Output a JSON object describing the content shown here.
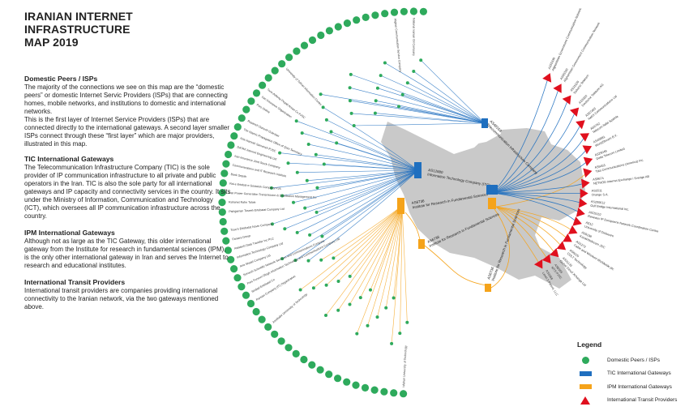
{
  "title_line1": "IRANIAN INTERNET INFRASTRUCTURE",
  "title_line2": "MAP 2019",
  "sections": [
    {
      "heading": "Domestic Peers / ISPs",
      "body": "The majority of the connections we see on this map are the “domestic peers” or domestic Internet Servic Providers (ISPs) that are connecting homes, mobile networks, and institutions to domestic and international networks.",
      "body2": "This is the first layer of Internet Service Providers (ISPs) that are connected directly to the international gateways. A second layer smaller ISPs connect through these “first layer” which are major providers, illustrated in this map."
    },
    {
      "heading": "TIC International Gateways",
      "body": "The Telecommunication Infrastructure Company (TIC) is the sole provider of IP communication infrastructure to all private and public operators in the Iran. TIC is also the sole party for all international gateways and IP capacity and connectivity services in the country. It sits under the Ministry of Information, Communication and Technology (ICT), which oversees all IP communication infrastructure across the country."
    },
    {
      "heading": "IPM International Gateways",
      "body": "Although not as large as the TIC Gateway, this older international gateway from the Institute for research in fundamental sciences (IPM), is the only other international gateway in Iran and serves the Internet to research and educational institutes."
    },
    {
      "heading": "International Transit Providers",
      "body": "International transit providers are companies providing international connectivity to the Iranian network, via the two gateways mentioned above."
    }
  ],
  "legend": {
    "title": "Legend",
    "items": [
      {
        "label": "Domestic Peers / ISPs",
        "symbol": "dot"
      },
      {
        "label": "TIC International Gateways",
        "symbol": "bar-blue"
      },
      {
        "label": "IPM International Gateways",
        "symbol": "bar-orange"
      },
      {
        "label": "International Transit Providers",
        "symbol": "triangle"
      }
    ]
  },
  "colors": {
    "isp": "#2eaa5c",
    "tic": "#1f6fbf",
    "ipm": "#f5a31a",
    "transit": "#e0101e",
    "land": "#c9c9c9"
  },
  "gateways": {
    "tic_main": {
      "asn": "AS12880",
      "name": "Information Technology Company (ITC)"
    },
    "tic_east": {
      "asn": "AS48159",
      "name": "Telecommunication Infrastructure Company"
    },
    "ipm_main": {
      "asn": "AS6736",
      "name": "Institute for Research in Fundamental Sciences"
    },
    "ipm_2": {
      "asn": "AS6736",
      "name": "Institute for Research in Fundamental Sciences"
    },
    "ipm_3": {
      "asn": "AS6736",
      "name": "Institute for Research in Fundamental Sciences"
    }
  },
  "isps": [
    "",
    "National Iranian Oil Company",
    "",
    "Rightel Communication Service Company",
    "",
    "",
    "",
    "",
    "",
    "",
    "",
    "",
    "",
    "",
    "",
    "",
    "University of Tehran Information Centre",
    "",
    "",
    "Toos-Ashena Pegah Arsan Co PJSC",
    "Iran Insurance Organization",
    "Pars Online",
    "",
    "Rayaneh Danesh Golestan",
    "The Islamic Propagation Office of Qom Seminary",
    "Aria Hamrah Samaneh PJSC",
    "DATAK Internet Engineering Ltd",
    "Iran Insurance Joint Stock Company",
    "Communications and IT Research Institute",
    "Bank Sepah",
    "Rai-e Ertebat-e Gostarsh Company PJS",
    "Iran Power Generation Transmission & Distribution Management Co",
    "Rahanet Rahe Talaie",
    "Pishgaman Toseeh Ertebatat Company Ltd",
    "",
    "Tose'e Ertebatat Novin Company",
    "Fanava Group",
    "Asiatech Data Transfer Inc PLC",
    "Information Technology Company Ltd",
    "Aria Shatel Company Ltd",
    "Soroush Scientific Network Services and Communications Company",
    "Pars Fonoun Ofogh Information Technology and Communications Company Ltd",
    "Sindad Ertebatat Co",
    "Parsian Company (IT) Organization",
    "",
    "",
    "Amirkabir University of Technology",
    "",
    "",
    "",
    "",
    "",
    "",
    "",
    "",
    "",
    "",
    "",
    "",
    "",
    "",
    "",
    "Isfahan University of Technology"
  ],
  "transits": [
    {
      "asn": "AS55330",
      "name": "Afghanistan Government Communication Network"
    },
    {
      "asn": "AS55330",
      "name": "Afghanistan Government Communication Network"
    },
    {
      "asn": "AS31126",
      "name": "Sabanci Telekom"
    },
    {
      "asn": "AS3320",
      "name": "Deutsche Telekom AG"
    },
    {
      "asn": "AS57463",
      "name": "NetIX Communications Ltd"
    },
    {
      "asn": "AS6762",
      "name": "Telecom Italia Sparkle"
    },
    {
      "asn": "AS49981",
      "name": "WorldStream B.V."
    },
    {
      "asn": "AS29049",
      "name": "Delta Telecom Limited"
    },
    {
      "asn": "AS6453",
      "name": "Tata Communications (America) Inc."
    },
    {
      "asn": "AS8674",
      "name": "NETNOD Internet Exchange i Sverige AB"
    },
    {
      "asn": "AS5511",
      "name": "Orange S.A."
    },
    {
      "asn": "AS200612",
      "name": "Gulf Bridge International Inc."
    },
    {
      "asn": "AS25152",
      "name": "Reseaux IP Europeens Network Coordination Centre"
    },
    {
      "asn": "AS12",
      "name": "University of Delaware"
    },
    {
      "asn": "AS9198",
      "name": "Kazakhtelecom JSC"
    },
    {
      "asn": "AS1273",
      "name": "Cable and Wireless Worldwide plc"
    },
    {
      "asn": "AS8220",
      "name": "COLT Technology"
    },
    {
      "asn": "AS31133",
      "name": "Global Cloud Xchange Ltd"
    },
    {
      "asn": "AS8359",
      "name": "MTS PJSC"
    },
    {
      "asn": "AS3356",
      "name": "Level 3 Parent, LLC"
    }
  ]
}
